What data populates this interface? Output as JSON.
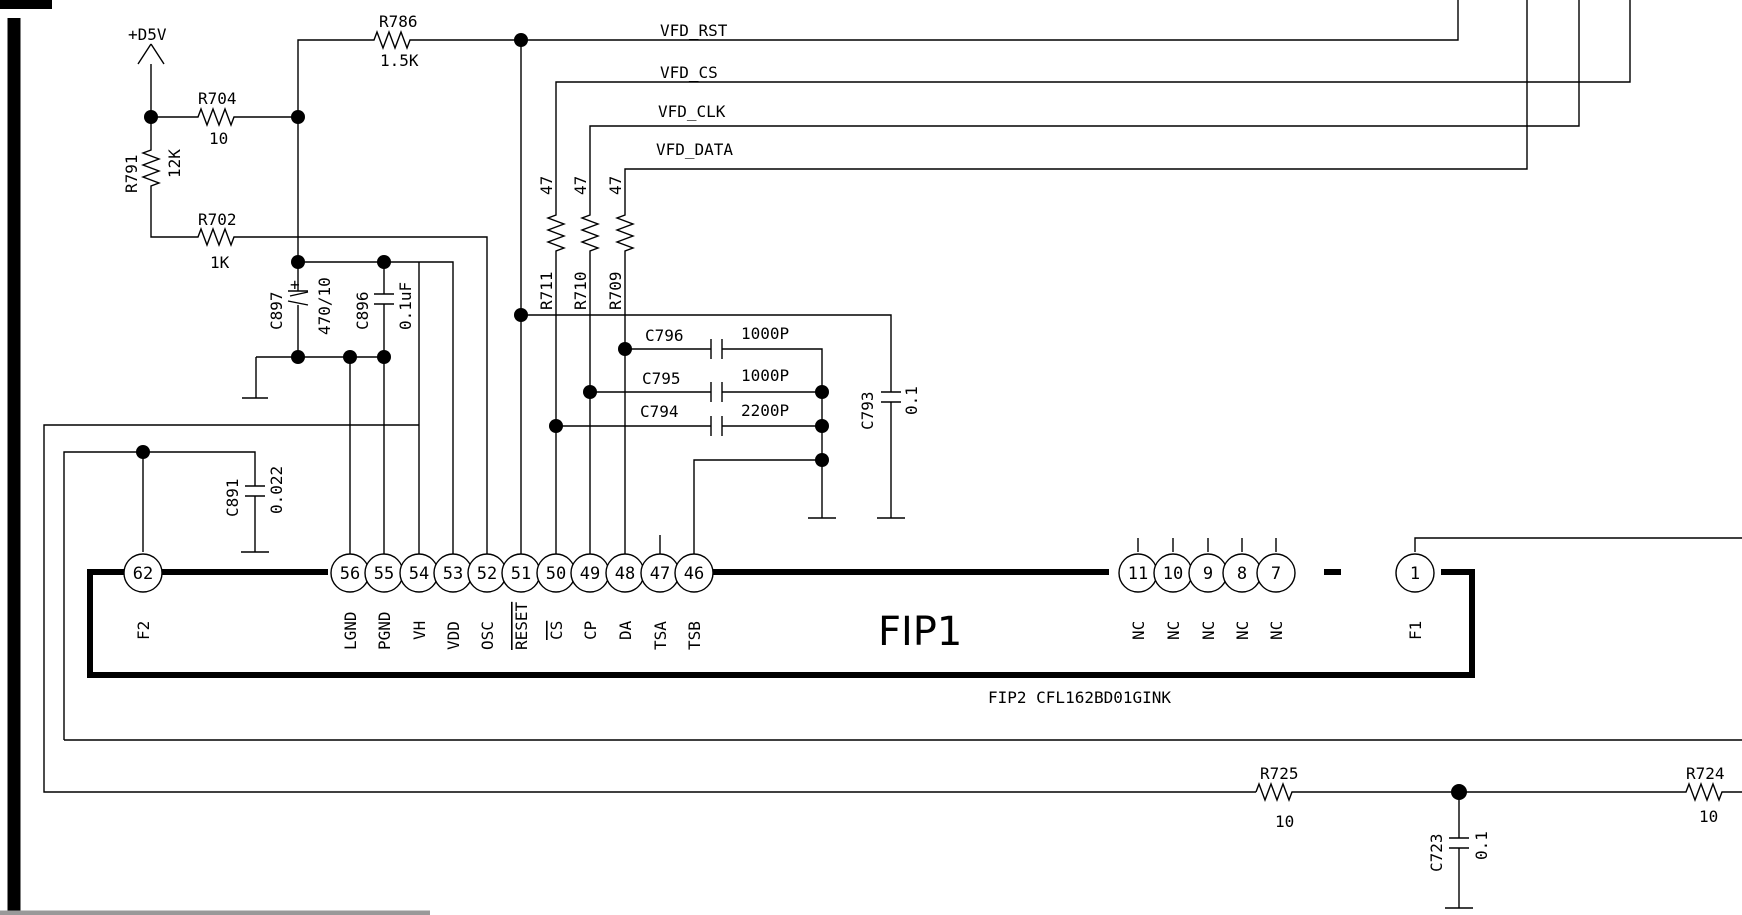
{
  "nets": {
    "power": "+D5V",
    "vfd_rst": "VFD_RST",
    "vfd_cs": "VFD_CS",
    "vfd_clk": "VFD_CLK",
    "vfd_data": "VFD_DATA"
  },
  "components": {
    "r786": {
      "ref": "R786",
      "value": "1.5K"
    },
    "r704": {
      "ref": "R704",
      "value": "10"
    },
    "r791": {
      "ref": "R791",
      "value": "12K"
    },
    "r702": {
      "ref": "R702",
      "value": "1K"
    },
    "c897": {
      "ref": "C897",
      "value": "470/10"
    },
    "c896": {
      "ref": "C896",
      "value": "0.1uF"
    },
    "r711": {
      "ref": "R711",
      "value": "47"
    },
    "r710": {
      "ref": "R710",
      "value": "47"
    },
    "r709": {
      "ref": "R709",
      "value": "47"
    },
    "c796": {
      "ref": "C796",
      "value": "1000P"
    },
    "c795": {
      "ref": "C795",
      "value": "1000P"
    },
    "c794": {
      "ref": "C794",
      "value": "2200P"
    },
    "c793": {
      "ref": "C793",
      "value": "0.1"
    },
    "c891": {
      "ref": "C891",
      "value": "0.022"
    },
    "r725": {
      "ref": "R725",
      "value": "10"
    },
    "r724": {
      "ref": "R724",
      "value": "10"
    },
    "c723": {
      "ref": "C723",
      "value": "0.1"
    }
  },
  "fip": {
    "name": "FIP1",
    "part": "FIP2 CFL162BD01GINK",
    "pins": [
      {
        "num": "62",
        "label": "F2"
      },
      {
        "num": "56",
        "label": "LGND"
      },
      {
        "num": "55",
        "label": "PGND"
      },
      {
        "num": "54",
        "label": "VH"
      },
      {
        "num": "53",
        "label": "VDD"
      },
      {
        "num": "52",
        "label": "OSC"
      },
      {
        "num": "51",
        "label": "RESET"
      },
      {
        "num": "50",
        "label": "CS"
      },
      {
        "num": "49",
        "label": "CP"
      },
      {
        "num": "48",
        "label": "DA"
      },
      {
        "num": "47",
        "label": "TSA"
      },
      {
        "num": "46",
        "label": "TSB"
      },
      {
        "num": "11",
        "label": "NC"
      },
      {
        "num": "10",
        "label": "NC"
      },
      {
        "num": "9",
        "label": "NC"
      },
      {
        "num": "8",
        "label": "NC"
      },
      {
        "num": "7",
        "label": "NC"
      },
      {
        "num": "1",
        "label": "F1"
      }
    ]
  }
}
